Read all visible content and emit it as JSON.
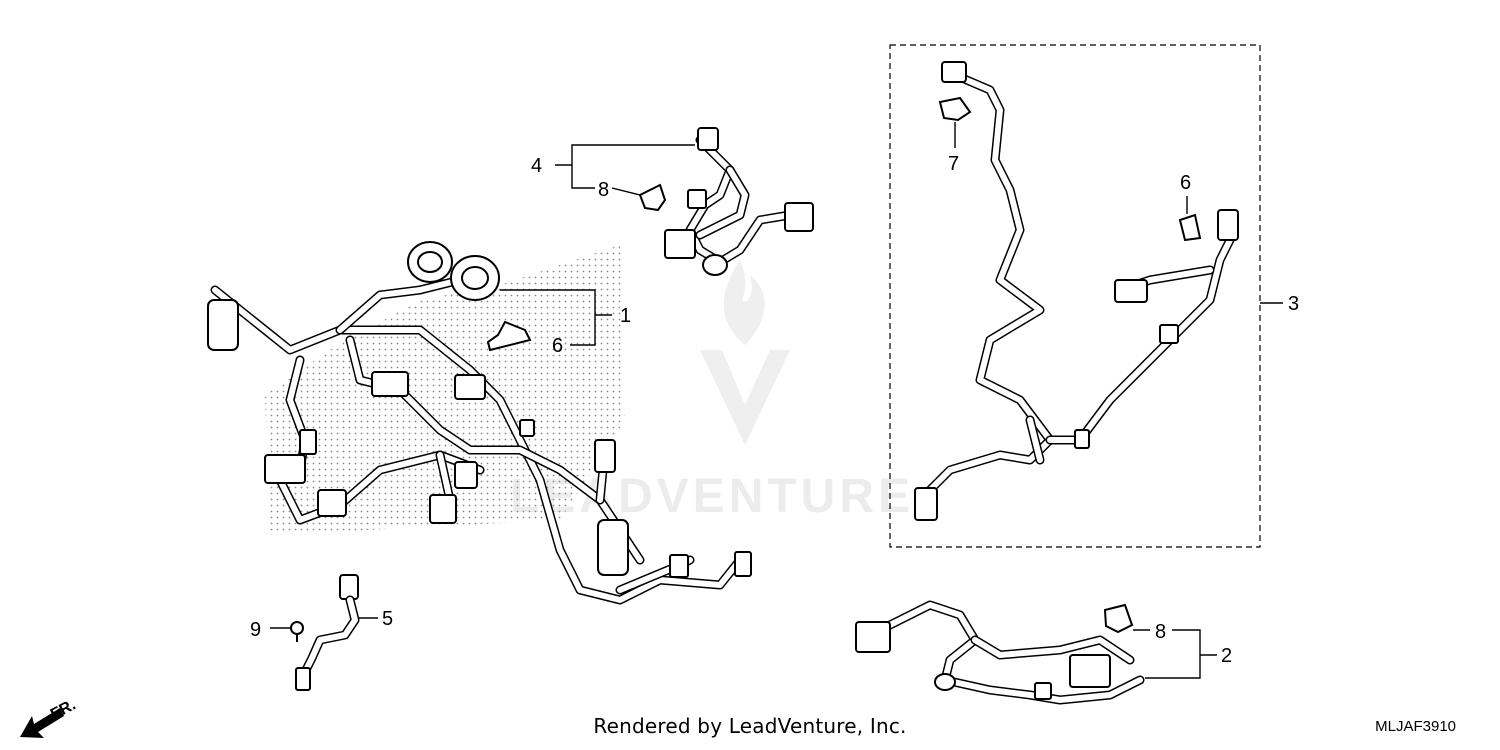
{
  "callouts": {
    "c1": "1",
    "c2": "2",
    "c3": "3",
    "c4": "4",
    "c5": "5",
    "c6a": "6",
    "c6b": "6",
    "c7": "7",
    "c8a": "8",
    "c8b": "8",
    "c9": "9"
  },
  "orientation": {
    "label": "FR."
  },
  "footer": {
    "rendered_by": "Rendered by LeadVenture, Inc."
  },
  "diagram_code": "MLJAF3910",
  "watermark": {
    "text": "LEADVENTURE"
  },
  "colors": {
    "line": "#000000",
    "background": "#ffffff",
    "watermark": "#ececec",
    "stipple": "#9a9a9a"
  }
}
